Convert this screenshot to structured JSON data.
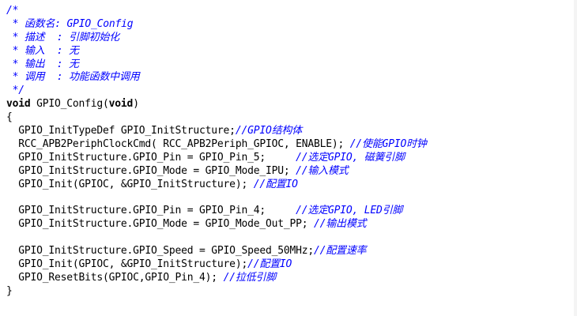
{
  "editor": {
    "lines": [
      [
        {
          "t": "/*",
          "s": "comment"
        }
      ],
      [
        {
          "t": " * 函数名: GPIO_Config",
          "s": "comment"
        }
      ],
      [
        {
          "t": " * 描述  : 引脚初始化",
          "s": "comment"
        }
      ],
      [
        {
          "t": " * 输入  : 无",
          "s": "comment"
        }
      ],
      [
        {
          "t": " * 输出  : 无",
          "s": "comment"
        }
      ],
      [
        {
          "t": " * 调用  : 功能函数中调用",
          "s": "comment"
        }
      ],
      [
        {
          "t": " */",
          "s": "comment"
        }
      ],
      [
        {
          "t": "void",
          "s": "keyword"
        },
        {
          "t": " GPIO_Config(",
          "s": "plain"
        },
        {
          "t": "void",
          "s": "keyword"
        },
        {
          "t": ")",
          "s": "plain"
        }
      ],
      [
        {
          "t": "{",
          "s": "plain"
        }
      ],
      [
        {
          "t": "  GPIO_InitTypeDef GPIO_InitStructure;",
          "s": "plain"
        },
        {
          "t": "//GPIO结构体",
          "s": "comment"
        }
      ],
      [
        {
          "t": "  RCC_APB2PeriphClockCmd( RCC_APB2Periph_GPIOC, ENABLE); ",
          "s": "plain"
        },
        {
          "t": "//使能GPIO时钟",
          "s": "comment"
        }
      ],
      [
        {
          "t": "  GPIO_InitStructure.GPIO_Pin = GPIO_Pin_5;     ",
          "s": "plain"
        },
        {
          "t": "//选定GPIO, 磁簧引脚",
          "s": "comment"
        }
      ],
      [
        {
          "t": "  GPIO_InitStructure.GPIO_Mode = GPIO_Mode_IPU; ",
          "s": "plain"
        },
        {
          "t": "//输入模式",
          "s": "comment"
        }
      ],
      [
        {
          "t": "  GPIO_Init(GPIOC, &GPIO_InitStructure); ",
          "s": "plain"
        },
        {
          "t": "//配置IO",
          "s": "comment"
        }
      ],
      [],
      [
        {
          "t": "  GPIO_InitStructure.GPIO_Pin = GPIO_Pin_4;     ",
          "s": "plain"
        },
        {
          "t": "//选定GPIO, LED引脚",
          "s": "comment"
        }
      ],
      [
        {
          "t": "  GPIO_InitStructure.GPIO_Mode = GPIO_Mode_Out_PP; ",
          "s": "plain"
        },
        {
          "t": "//输出模式",
          "s": "comment"
        }
      ],
      [],
      [
        {
          "t": "  GPIO_InitStructure.GPIO_Speed = GPIO_Speed_50MHz;",
          "s": "plain"
        },
        {
          "t": "//配置速率",
          "s": "comment"
        }
      ],
      [
        {
          "t": "  GPIO_Init(GPIOC, &GPIO_InitStructure);",
          "s": "plain"
        },
        {
          "t": "//配置IO",
          "s": "comment"
        }
      ],
      [
        {
          "t": "  GPIO_ResetBits(GPIOC,GPIO_Pin_4); ",
          "s": "plain"
        },
        {
          "t": "//拉低引脚",
          "s": "comment"
        }
      ],
      [
        {
          "t": "}",
          "s": "plain"
        }
      ]
    ]
  },
  "colors": {
    "background": "#ffffff",
    "comment": "#0000ff",
    "code": "#000000"
  }
}
